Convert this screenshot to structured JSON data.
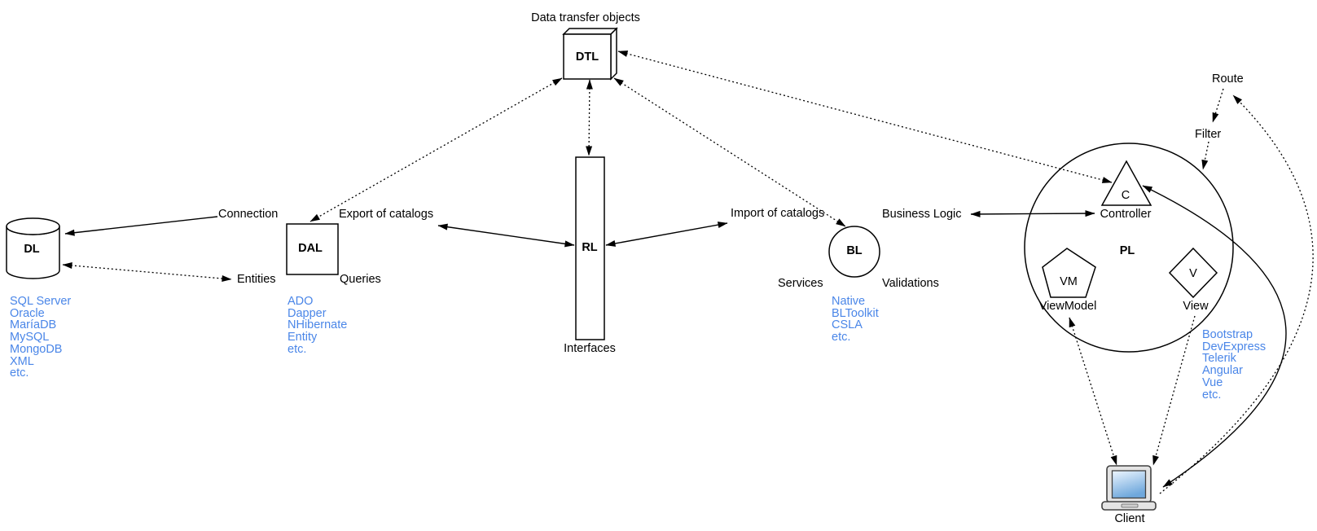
{
  "title": "Data transfer objects",
  "nodes": {
    "dtl": "DTL",
    "dl": "DL",
    "dal": "DAL",
    "rl": "RL",
    "bl": "BL",
    "pl": "PL",
    "controller": "C",
    "viewmodel": "VM",
    "view": "V"
  },
  "captions": {
    "controller": "Controller",
    "viewmodel": "ViewModel",
    "view": "View",
    "client": "Client",
    "interfaces": "Interfaces"
  },
  "edge_labels": {
    "connection": "Connection",
    "entities": "Entities",
    "queries": "Queries",
    "export_of_catalogs": "Export of catalogs",
    "import_of_catalogs": "Import of catalogs",
    "services": "Services",
    "validations": "Validations",
    "business_logic": "Business Logic",
    "route": "Route",
    "filter": "Filter"
  },
  "technology_lists": {
    "dl": [
      "SQL Server",
      "Oracle",
      "MaríaDB",
      "MySQL",
      "MongoDB",
      "XML",
      "etc."
    ],
    "dal": [
      "ADO",
      "Dapper",
      "NHibernate",
      "Entity",
      "etc."
    ],
    "bl": [
      "Native",
      "BLToolkit",
      "CSLA",
      "etc."
    ],
    "pl": [
      "Bootstrap",
      "DevExpress",
      "Telerik",
      "Angular",
      "Vue",
      "etc."
    ]
  },
  "colors": {
    "technology_text": "#4a86e8",
    "diagram_line": "#000000",
    "laptop_screen_top": "#eef6ff",
    "laptop_screen_bottom": "#6fa8dc"
  }
}
